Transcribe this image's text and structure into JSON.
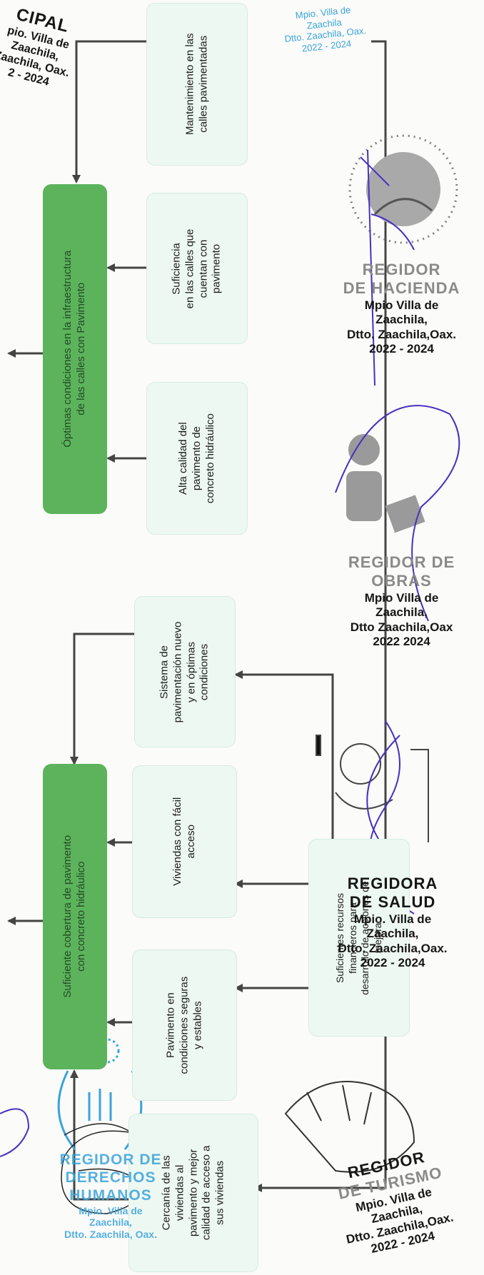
{
  "diagram": {
    "effects": [
      {
        "lines": [
          "Óptimas condiciones en la infraestructura",
          "de las calles con Pavimento"
        ]
      },
      {
        "lines": [
          "Suficiente cobertura de pavimento",
          "con concreto hidráulico"
        ]
      }
    ],
    "causes_top": [
      {
        "lines": [
          "Mantenimiento en las",
          "calles pavimentadas"
        ]
      },
      {
        "lines": [
          "Suficiencia",
          "en las calles que",
          "cuentan con",
          "pavimento"
        ]
      },
      {
        "lines": [
          "Alta calidad del",
          "pavimento de",
          "concreto hidráulico"
        ]
      }
    ],
    "causes_bottom": [
      {
        "lines": [
          "Sistema de",
          "pavimentación nuevo",
          "y en óptimas",
          "condiciones"
        ]
      },
      {
        "lines": [
          "Viviendas con fácil",
          "acceso"
        ]
      },
      {
        "lines": [
          "Pavimento en",
          "condiciones seguras",
          "y estables"
        ]
      },
      {
        "lines": [
          "Cercanía de las",
          "viviendas al",
          "pavimento y mejor",
          "calidad de acceso a",
          "sus viviendas"
        ]
      }
    ],
    "root": {
      "lines": [
        "Suficientes recursos",
        "financieros para",
        "desarrollo de acciones de",
        "mejora"
      ]
    }
  },
  "stamps": [
    {
      "title": [
        "CIPAL"
      ],
      "lines": [
        "pio. Villa de",
        "Zaachila,",
        "Zaachila, Oax.",
        "2 - 2024"
      ]
    },
    {
      "title": [],
      "lines": [
        "Mpio. Villa de",
        "Zaachila",
        "Dtto. Zaachila, Oax.",
        "2022 - 2024"
      ]
    },
    {
      "title": [
        "REGIDOR",
        "DE HACIENDA"
      ],
      "lines": [
        "Mpio  Villa de",
        "Zaachila,",
        "Dtto. Zaachila,Oax.",
        "2022 - 2024"
      ]
    },
    {
      "title": [
        "REGIDOR DE",
        "OBRAS"
      ],
      "lines": [
        "Mpio  Villa de",
        "Zaachila,",
        "Dtto  Zaachila,Oax",
        "2022  2024"
      ]
    },
    {
      "title": [
        "REGIDORA",
        "DE SALUD"
      ],
      "lines": [
        "Mpio. Villa de",
        "Zaachila,",
        "Dtto. Zaachila,Oax.",
        "2022 - 2024"
      ]
    },
    {
      "title": [
        "REGIDOR",
        "DE TURISMO"
      ],
      "lines": [
        "Mpio. Villa de",
        "Zaachila,",
        "Dtto. Zaachila,Oax.",
        "2022 - 2024"
      ]
    },
    {
      "title": [
        "REGIDOR DE",
        "DERECHOS",
        "HUMANOS"
      ],
      "lines": [
        "Mpio. Villa de",
        "Zaachila,",
        "Dtto. Zaachila, Oax."
      ]
    }
  ],
  "colors": {
    "effect_box": "#5cb35c",
    "cause_box": "#eef8f2",
    "arrow": "#444444",
    "stamp_black": "#161616",
    "stamp_blue": "#39a3dc",
    "stamp_gray": "#8a8a8a",
    "signature": "#4a2fc2"
  }
}
